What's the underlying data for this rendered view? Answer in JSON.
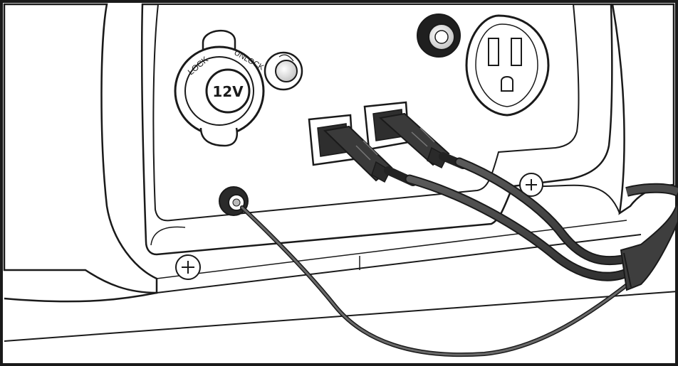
{
  "illustration": {
    "outlet_12v_label": "12V",
    "cap_text_left": "LOCK",
    "cap_text_right": "UNLOCK",
    "colors": {
      "line": "#1a1a1a",
      "panel": "#ffffff",
      "shadow": "#d9d9d9",
      "cable": "#4a4a4a",
      "cable_dark": "#2b2b2b",
      "plug": "#3a3a3a"
    }
  }
}
